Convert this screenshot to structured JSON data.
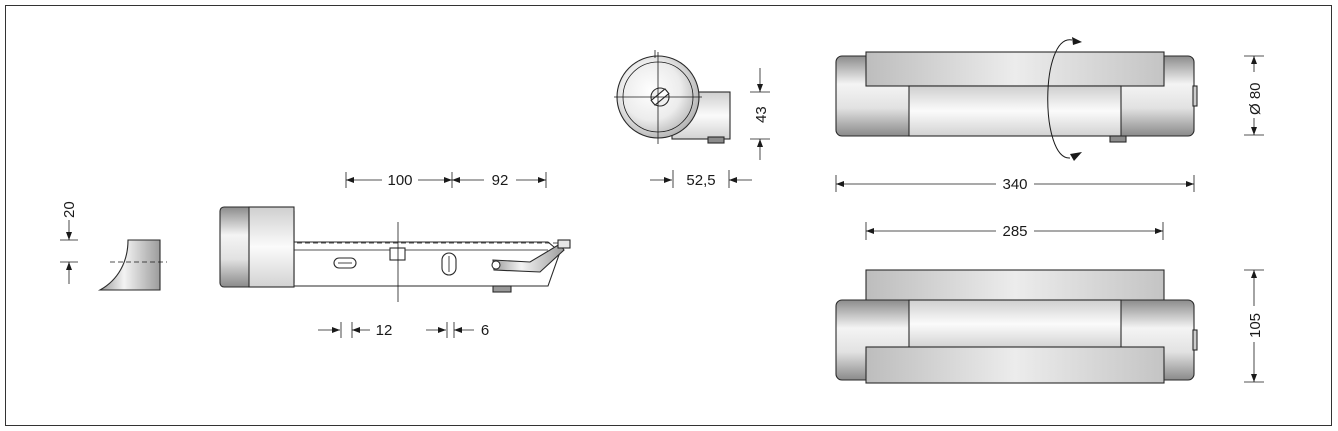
{
  "dimensions": {
    "d100": "100",
    "d92": "92",
    "d20": "20",
    "d12": "12",
    "d6": "6",
    "d52_5": "52,5",
    "d43": "43",
    "d340": "340",
    "d285": "285",
    "dia80": "Ø 80",
    "d105": "105"
  },
  "colors": {
    "frame": "#333333",
    "metal_dark": "#8a8a8a",
    "metal_light": "#f2f2f2",
    "line": "#1a1a1a"
  }
}
